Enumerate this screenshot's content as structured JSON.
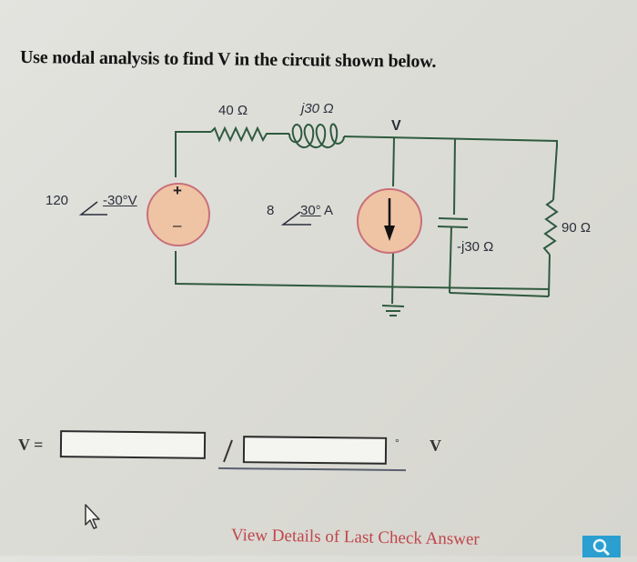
{
  "question": {
    "text": "Use nodal analysis to find V in the circuit shown below."
  },
  "circuit": {
    "resistor_series": {
      "label": "40 Ω"
    },
    "inductor": {
      "label": "j30 Ω"
    },
    "node_label": "V",
    "voltage_source": {
      "magnitude": "120",
      "angle_prefix": "∠",
      "angle": "-30°V",
      "plus": "+",
      "minus": "–"
    },
    "current_source": {
      "magnitude": "8",
      "angle_prefix": "∠",
      "angle": "30°",
      "unit": "A"
    },
    "capacitor": {
      "label": "-j30 Ω"
    },
    "resistor_shunt": {
      "label": "90 Ω"
    },
    "colors": {
      "wire": "#2e5a3e",
      "source_fill": "#efc4a4",
      "source_border": "#c9707a"
    }
  },
  "answer": {
    "variable_label": "V =",
    "magnitude_value": "",
    "angle_value": "",
    "degree_symbol": "°",
    "unit": "V"
  },
  "footer": {
    "view_details_label": "View Details of Last Check Answer",
    "link_color": "#c0464c",
    "search_button_color": "#2a9fd0"
  }
}
